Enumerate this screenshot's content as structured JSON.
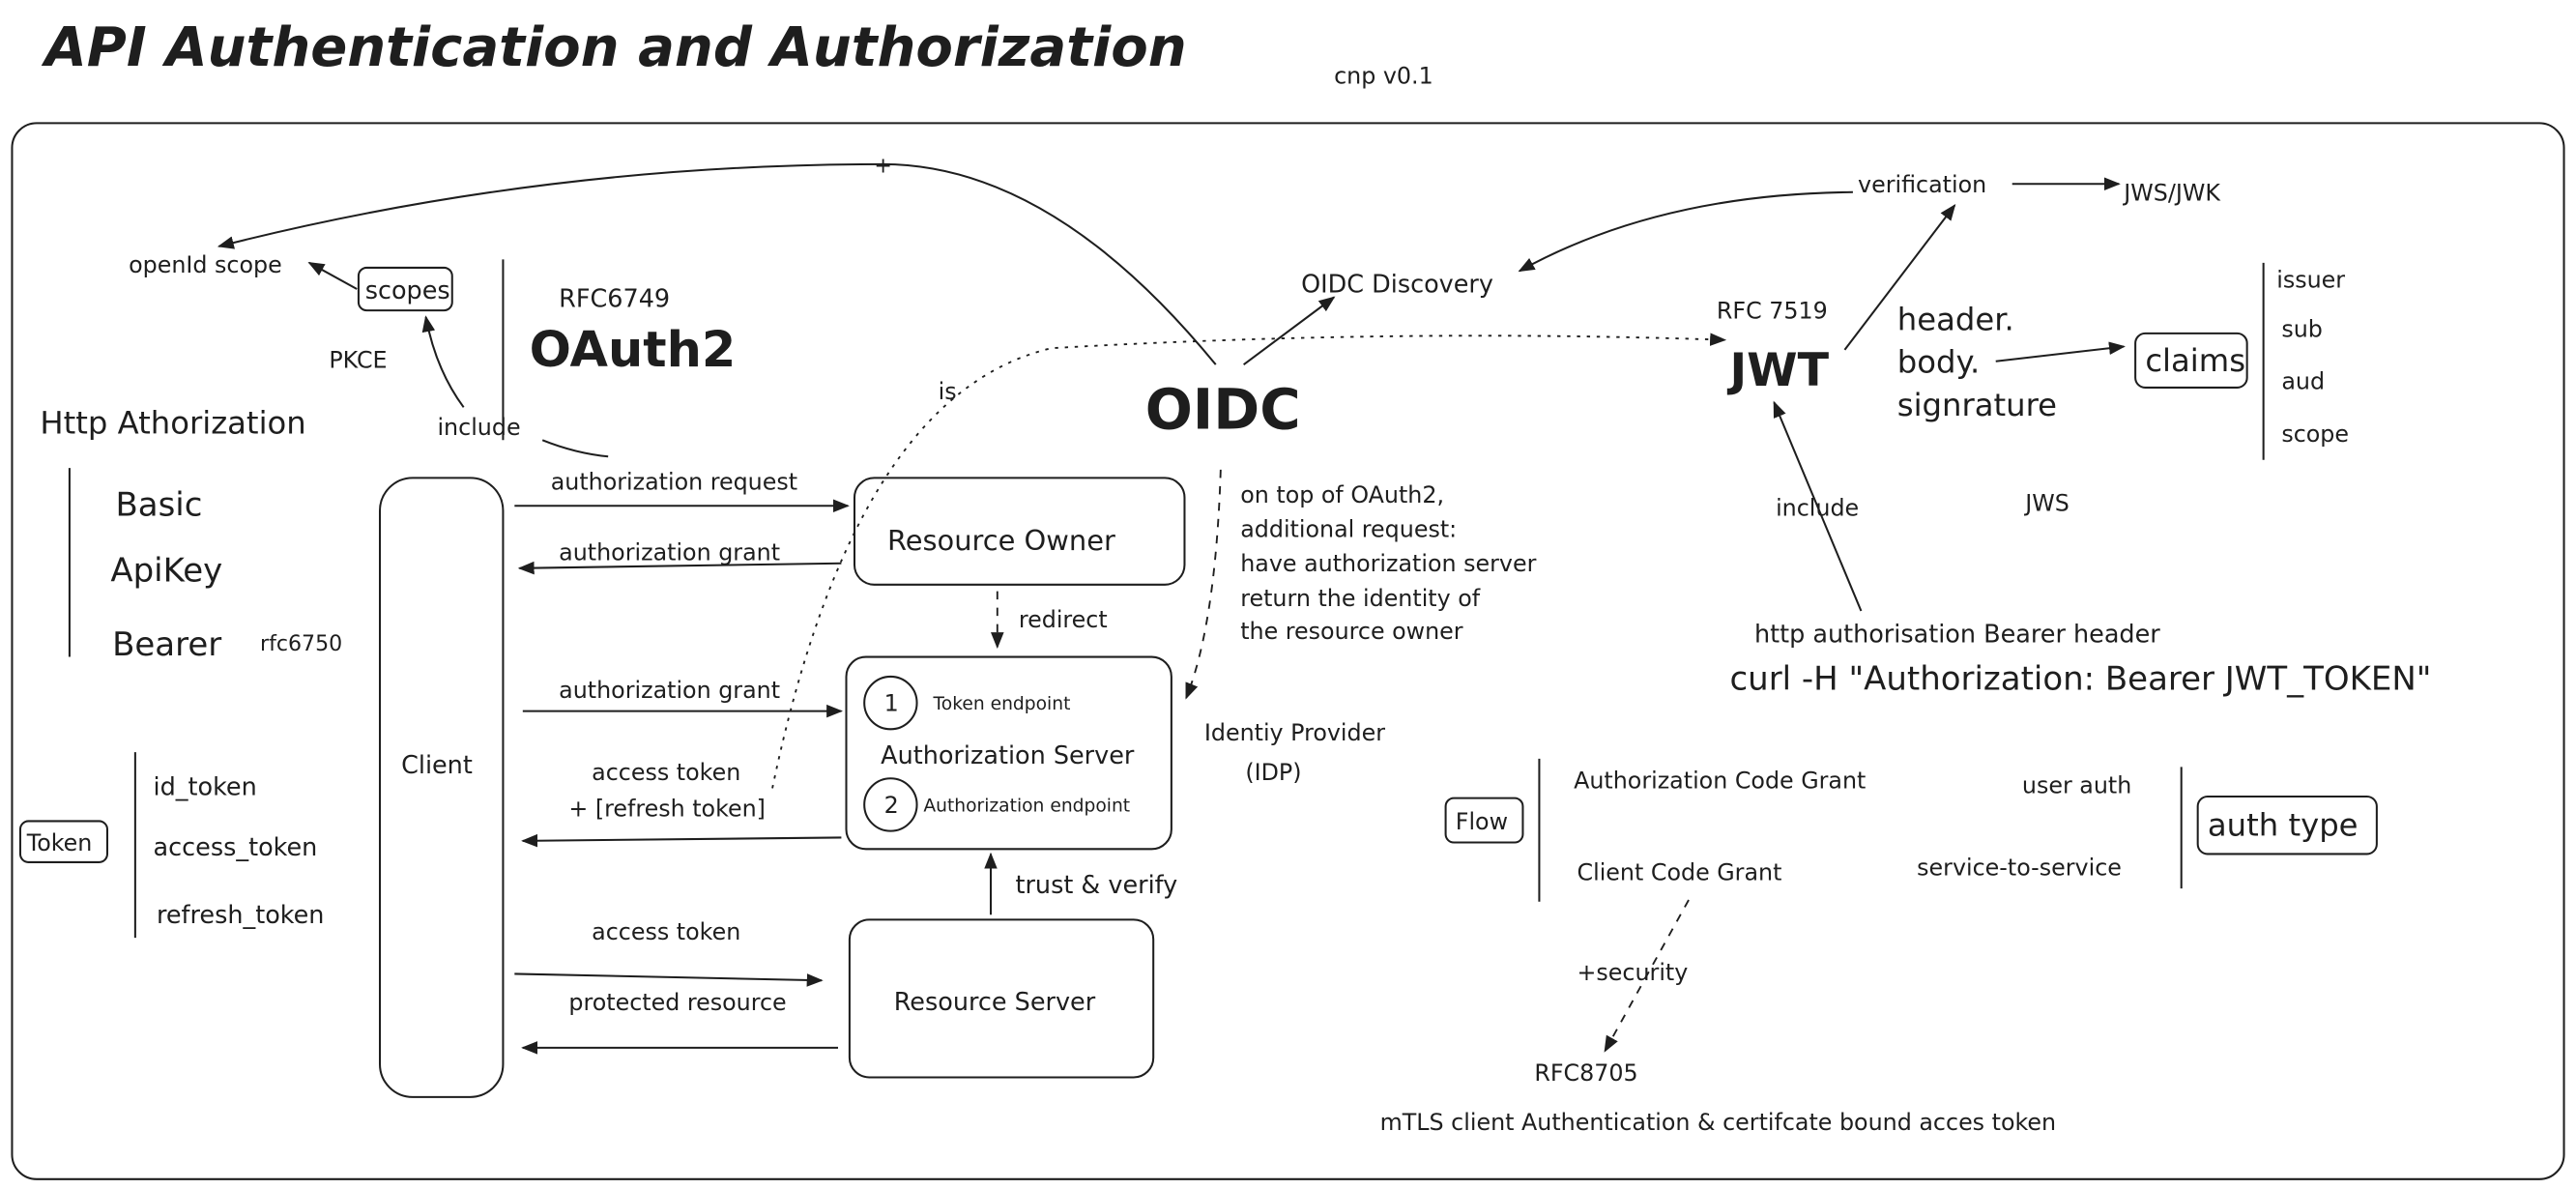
{
  "title": "API Authentication and Authorization",
  "version": "cnp v0.1",
  "oauth": {
    "rfc": "RFC6749",
    "name": "OAuth2",
    "pkce": "PKCE",
    "include": "include",
    "scopes": "scopes",
    "openid_scope": "openId scope",
    "plus": "+"
  },
  "http_auth": {
    "title": "Http Athorization",
    "items": [
      "Basic",
      "ApiKey",
      "Bearer"
    ],
    "bearer_rfc": "rfc6750"
  },
  "token": {
    "label": "Token",
    "items": [
      "id_token",
      "access_token",
      "refresh_token"
    ]
  },
  "flow_diagram": {
    "client": "Client",
    "resource_owner": "Resource Owner",
    "authorization_server": "Authorization Server",
    "resource_server": "Resource Server",
    "token_endpoint_num": "1",
    "token_endpoint": "Token endpoint",
    "auth_endpoint_num": "2",
    "auth_endpoint": "Authorization endpoint",
    "authorization_request": "authorization request",
    "authorization_grant_1": "authorization grant",
    "authorization_grant_2": "authorization grant",
    "redirect": "redirect",
    "access_token_1": "access token",
    "refresh_token": "+ [refresh token]",
    "trust_verify": "trust & verify",
    "access_token_2": "access token",
    "protected_resource": "protected resource"
  },
  "oidc": {
    "name": "OIDC",
    "is": "is",
    "discovery": "OIDC Discovery",
    "description": [
      "on top of OAuth2,",
      "additional request:",
      "have authorization server",
      "return the identity of",
      "the resource owner"
    ],
    "idp": "Identiy Provider",
    "idp_short": "(IDP)"
  },
  "jwt": {
    "rfc": "RFC 7519",
    "name": "JWT",
    "verification": "verification",
    "jws_jwk": "JWS/JWK",
    "parts": [
      "header.",
      "body.",
      "signrature"
    ],
    "claims": "claims",
    "claim_items": [
      "issuer",
      "sub",
      "aud",
      "scope"
    ],
    "include": "include",
    "jws": "JWS",
    "bearer_header": "http authorisation Bearer header",
    "curl": "curl -H \"Authorization: Bearer JWT_TOKEN\""
  },
  "flows": {
    "label": "Flow",
    "items": [
      "Authorization Code Grant",
      "Client Code Grant"
    ],
    "auth_types": [
      "user auth",
      "service-to-service"
    ],
    "auth_type_label": "auth type",
    "security": "+security",
    "rfc": "RFC8705",
    "mtls": "mTLS client Authentication & certifcate bound acces token"
  }
}
